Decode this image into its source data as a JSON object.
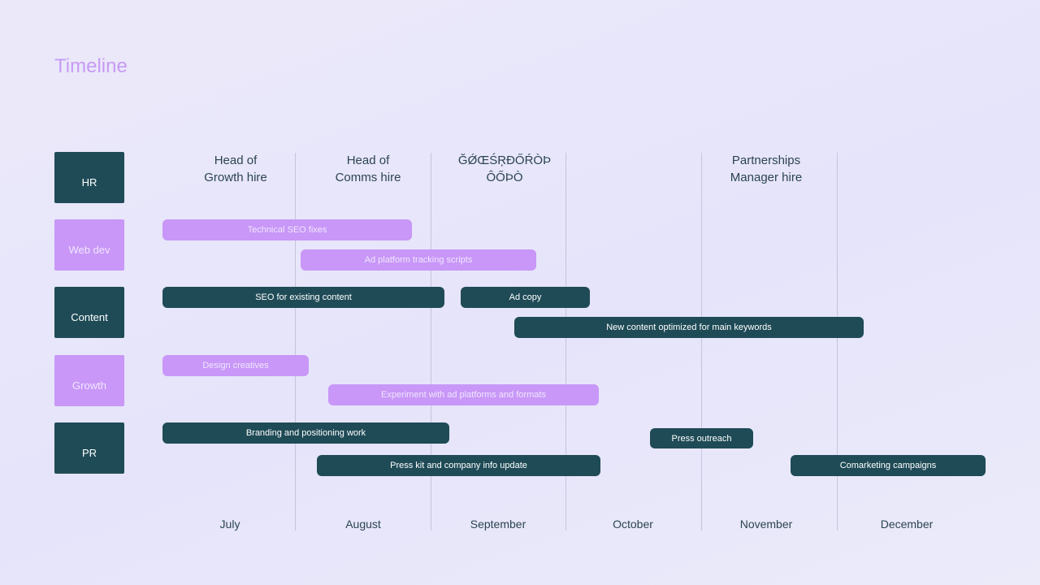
{
  "title": "Timeline",
  "rows": [
    {
      "label": "HR"
    },
    {
      "label": "Web dev"
    },
    {
      "label": "Content"
    },
    {
      "label": "Growth"
    },
    {
      "label": "PR"
    }
  ],
  "months": [
    "July",
    "August",
    "September",
    "October",
    "November",
    "December"
  ],
  "milestones": [
    {
      "text": "Head of\nGrowth hire"
    },
    {
      "text": "Head of\nComms hire"
    },
    {
      "text": "ĞǾŒŚŖĐŐŔÒÞ\nÔŐÞÒ"
    },
    {
      "text": "Partnerships\nManager hire"
    }
  ],
  "tasks": [
    {
      "label": "Technical SEO fixes"
    },
    {
      "label": "Ad platform tracking scripts"
    },
    {
      "label": "SEO for existing content"
    },
    {
      "label": "Ad copy"
    },
    {
      "label": "New content optimized for main keywords"
    },
    {
      "label": "Design creatives"
    },
    {
      "label": "Experiment with ad platforms and formats"
    },
    {
      "label": "Branding and positioning work"
    },
    {
      "label": "Press outreach"
    },
    {
      "label": "Press kit and company info update"
    },
    {
      "label": "Comarketing campaigns"
    }
  ],
  "colors": {
    "dark": "#1f4b57",
    "light": "#c897f7",
    "title": "#c79af5",
    "gridline": "#c6c4de"
  }
}
